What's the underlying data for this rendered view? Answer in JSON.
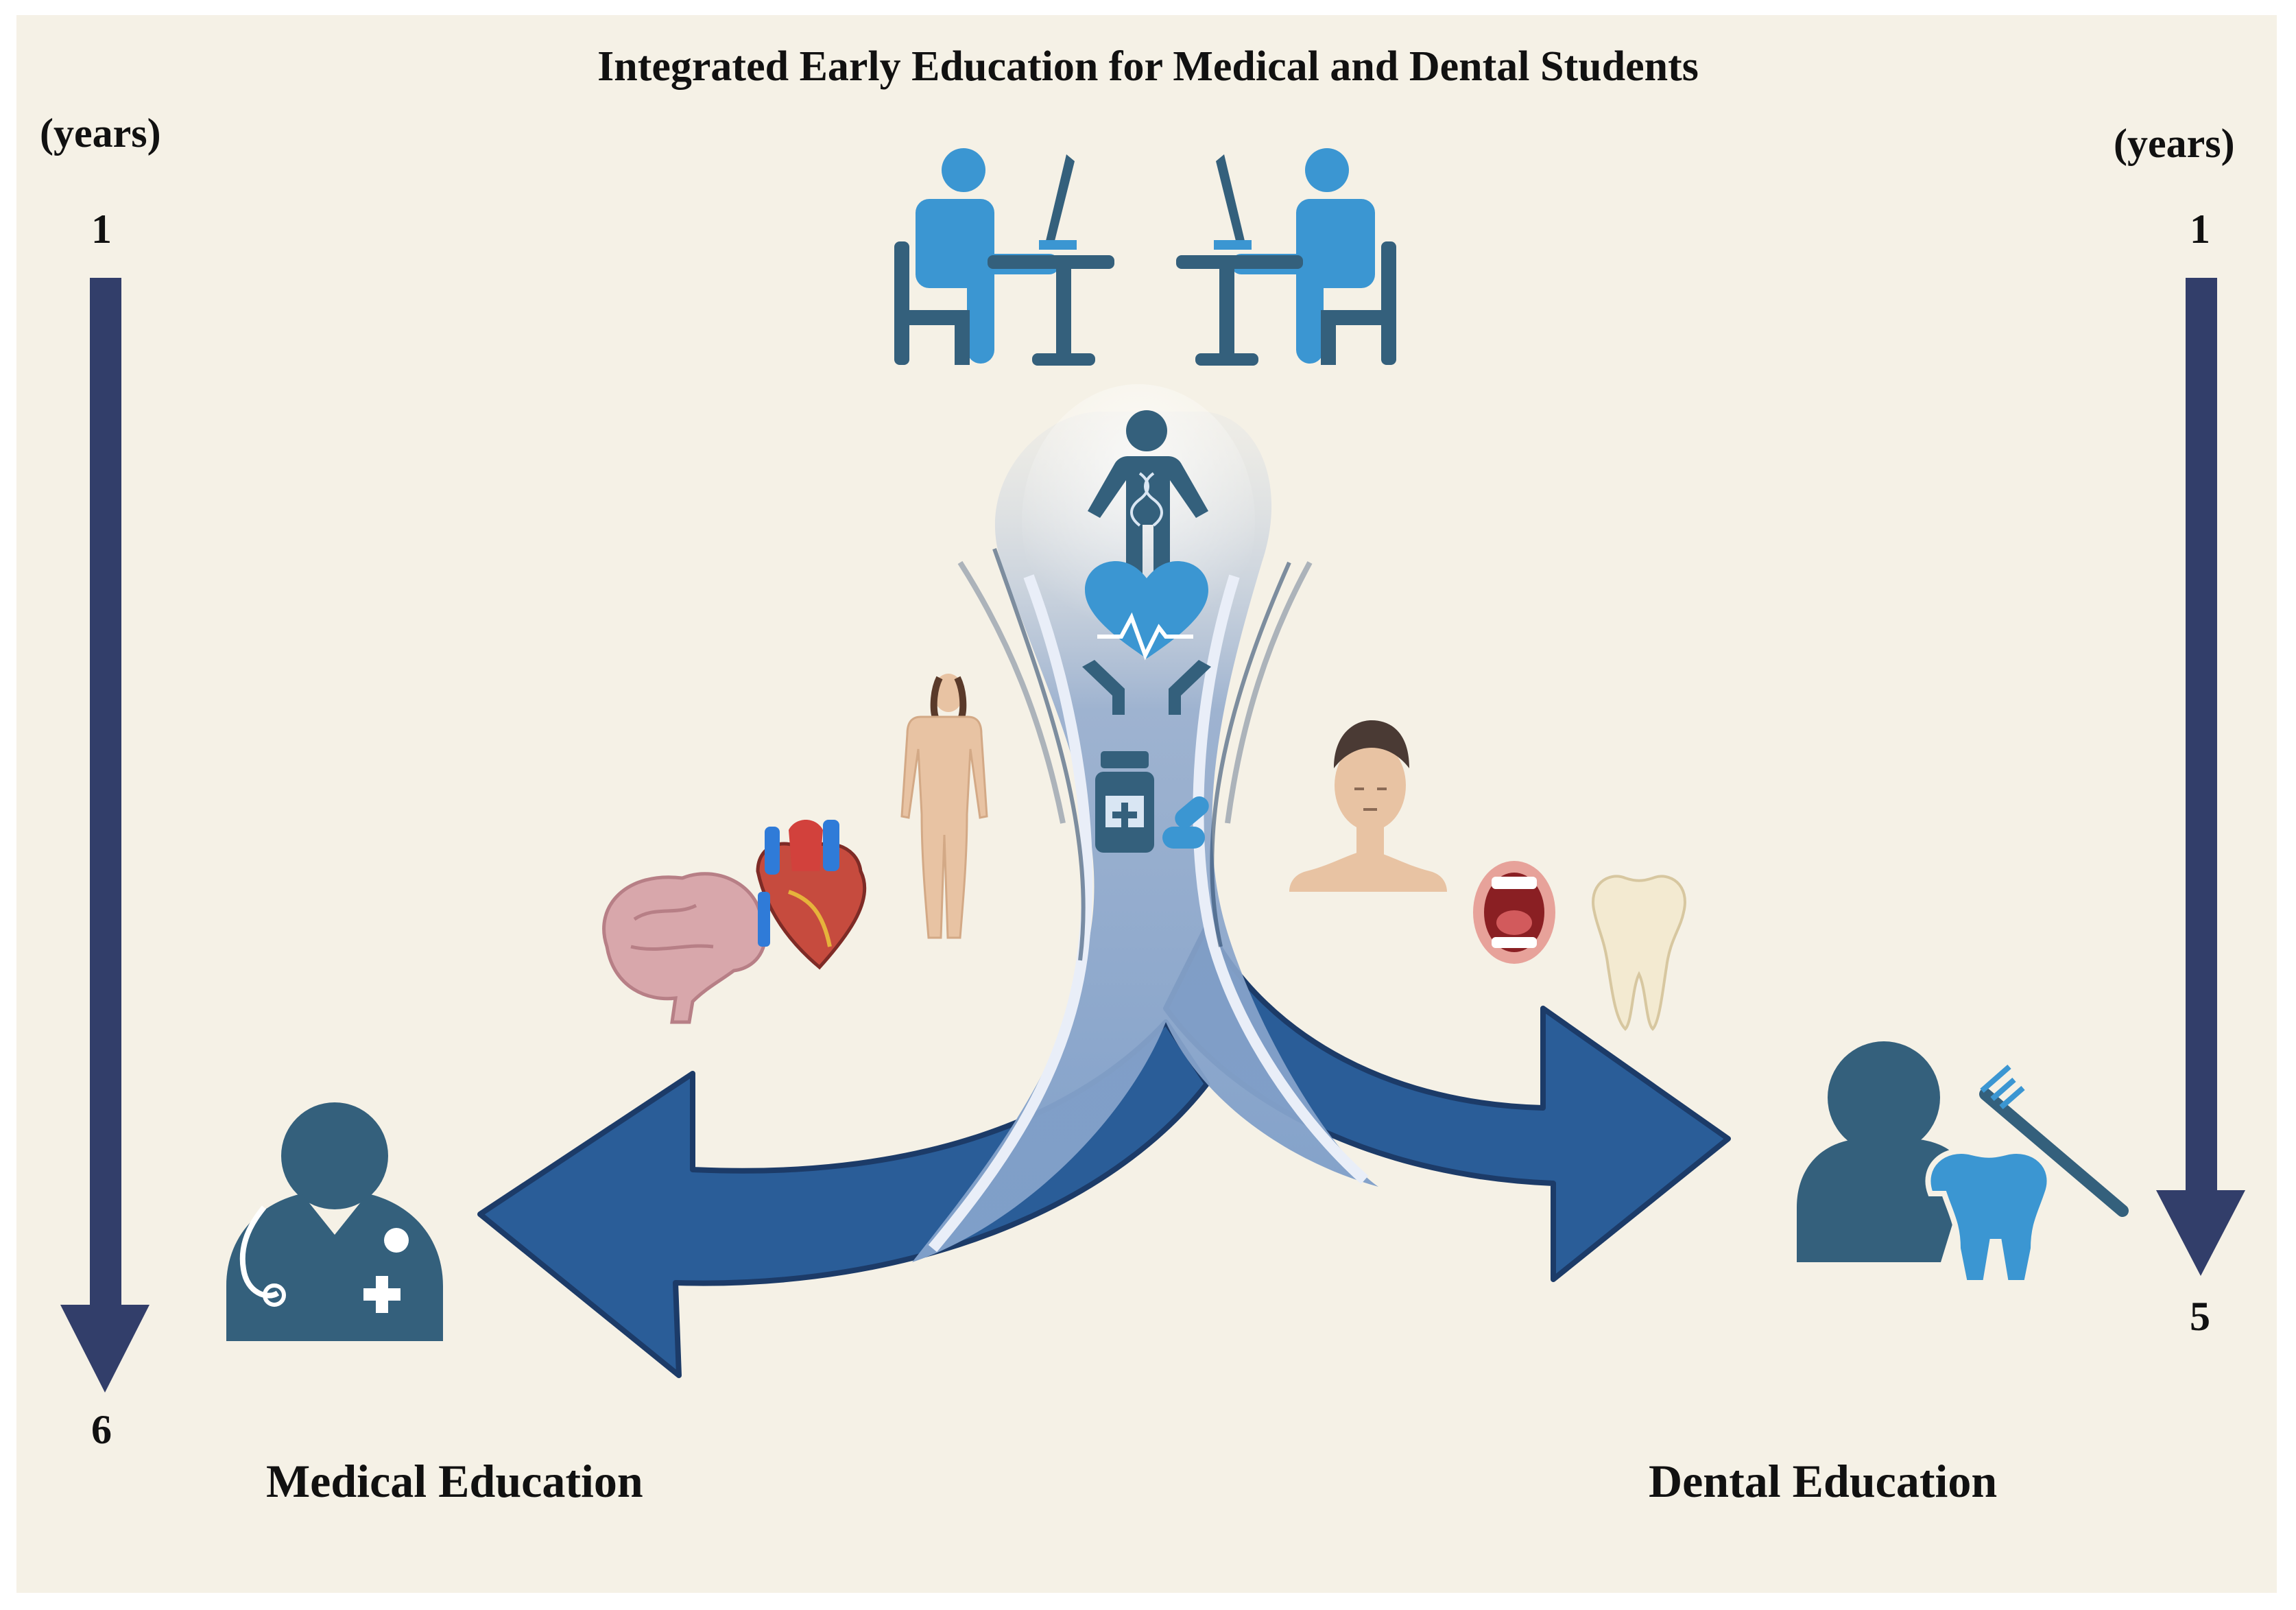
{
  "title": "Integrated Early Education for Medical and Dental Students",
  "left_axis": {
    "unit": "(years)",
    "start": "1",
    "end": "6"
  },
  "right_axis": {
    "unit": "(years)",
    "start": "1",
    "end": "5"
  },
  "branches": {
    "medical": "Medical Education",
    "dental": "Dental Education"
  },
  "colors": {
    "background": "#f5f1e6",
    "timeline": "#323e6a",
    "branch_arrow": "#2a5d98",
    "icon_dark": "#34607c",
    "icon_light": "#3b96d2"
  },
  "icons": {
    "students": [
      "student-at-desk-icon",
      "student-at-desk-icon"
    ],
    "shared_core": [
      "dna-person-icon",
      "heart-care-icon",
      "medicine-icon"
    ],
    "medical_side": [
      "brain-icon",
      "heart-anatomy-icon",
      "human-body-icon",
      "doctor-icon"
    ],
    "dental_side": [
      "face-icon",
      "open-mouth-icon",
      "tooth-icon",
      "dentist-icon"
    ]
  }
}
